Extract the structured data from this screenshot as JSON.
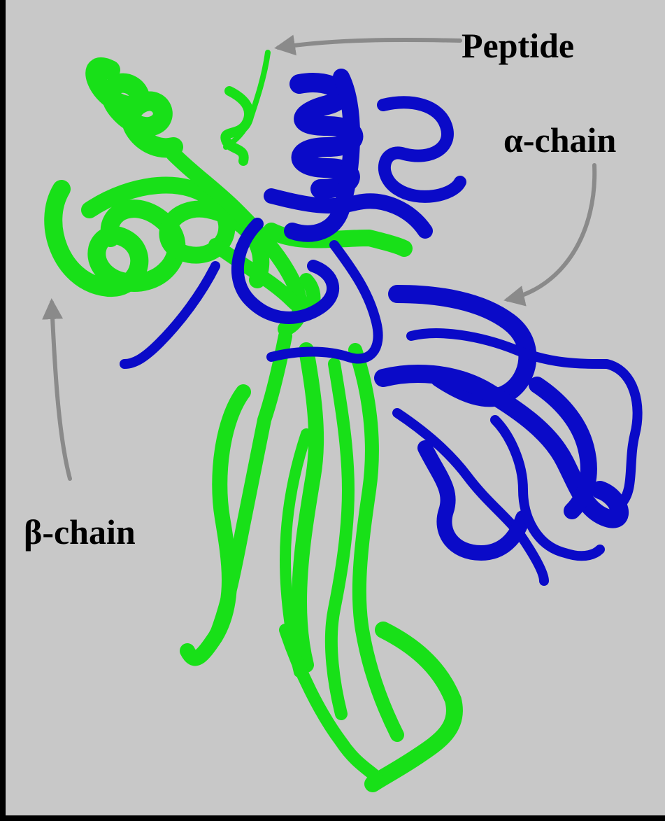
{
  "labels": {
    "peptide": "Peptide",
    "alpha_chain": "α-chain",
    "beta_chain": "β-chain"
  },
  "colors": {
    "background": "#c8c8c8",
    "frame": "#000000",
    "alpha_chain": "#0a0ac8",
    "beta_chain": "#18e018",
    "arrow": "#8a8a8a",
    "label_text": "#000000"
  },
  "chains": [
    {
      "name": "α-chain",
      "color": "blue"
    },
    {
      "name": "β-chain",
      "color": "green"
    },
    {
      "name": "Peptide",
      "color": "green"
    }
  ]
}
